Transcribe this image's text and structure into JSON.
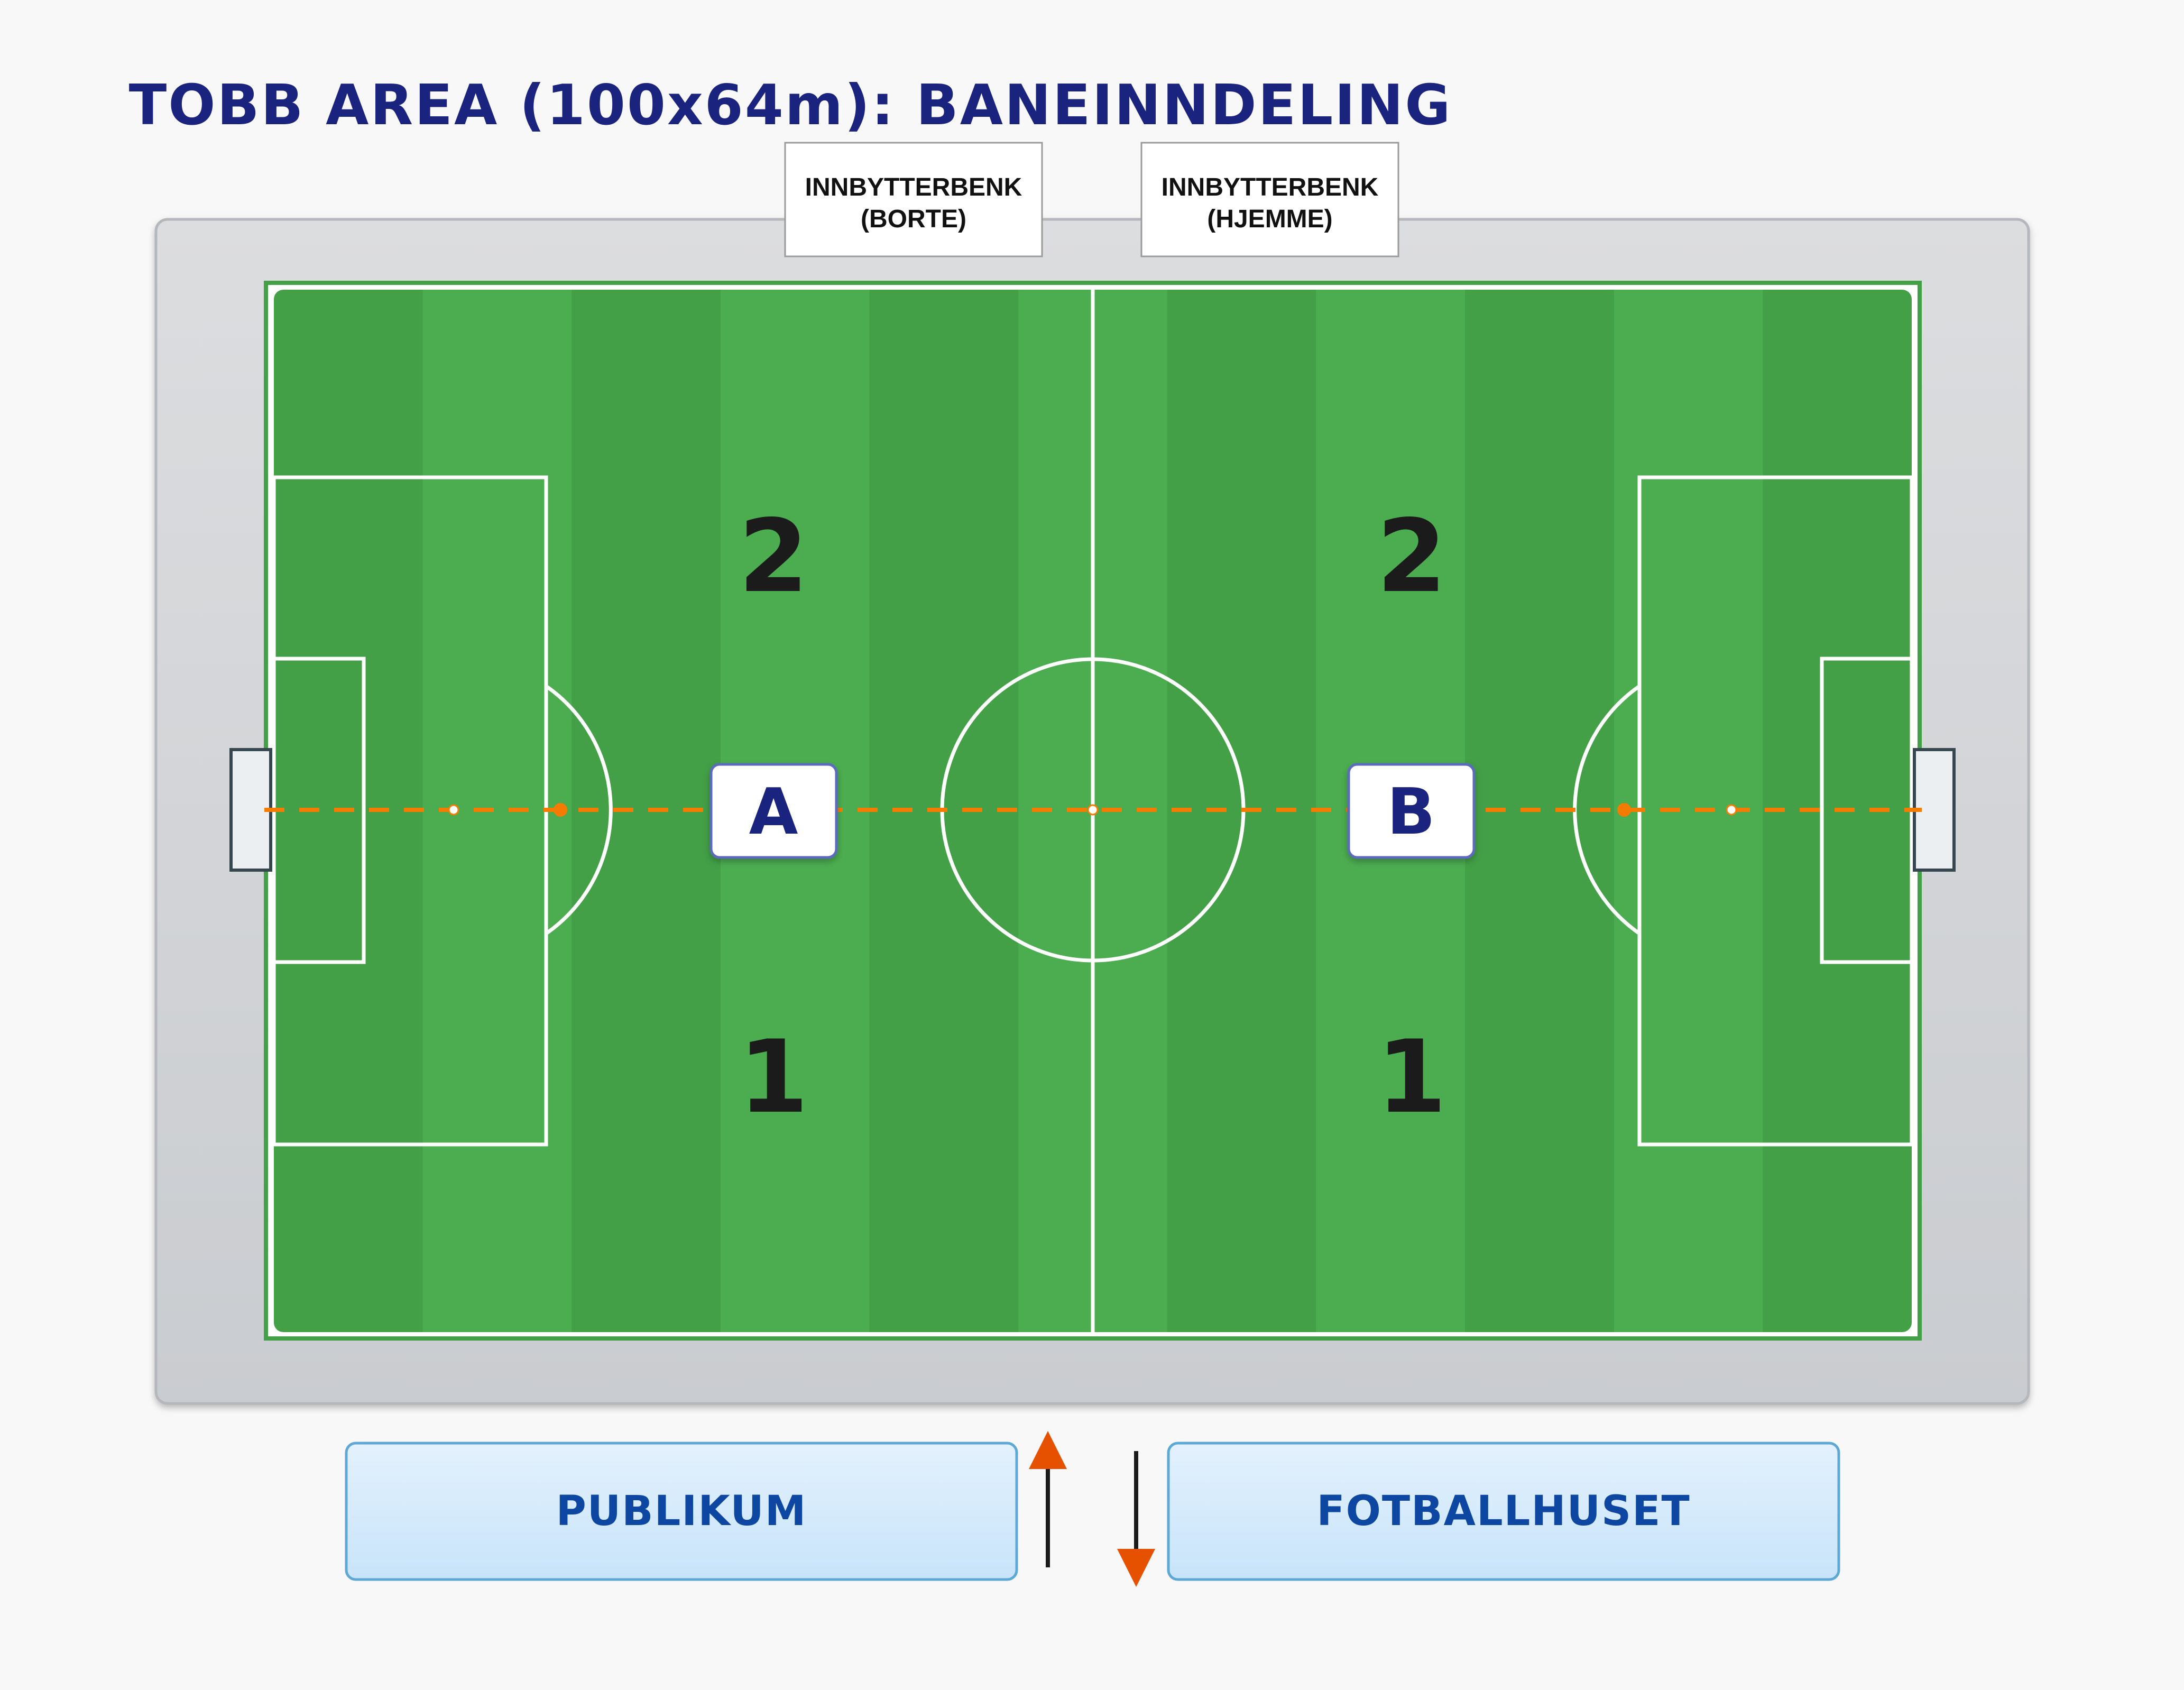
{
  "title": "TOBB AREA (100x64m): BANEINNDELING",
  "benches": [
    {
      "line1": "INNBYTTERBENK",
      "line2": "(BORTE)"
    },
    {
      "line1": "INNBYTTERBENK",
      "line2": "(HJEMME)"
    }
  ],
  "zones": {
    "left_top": "2",
    "left_bottom": "1",
    "right_top": "2",
    "right_bottom": "1"
  },
  "sides": {
    "left": "A",
    "right": "B"
  },
  "bottom": {
    "left_label": "PUBLIKUM",
    "right_label": "FOTBALLHUSET"
  },
  "colors": {
    "title": "#1a237e",
    "grass_light": "#4cad50",
    "grass_dark": "#43a047",
    "divider_line": "#f57c00",
    "arrow": "#e65100",
    "label_box": "#d6ebfa"
  }
}
